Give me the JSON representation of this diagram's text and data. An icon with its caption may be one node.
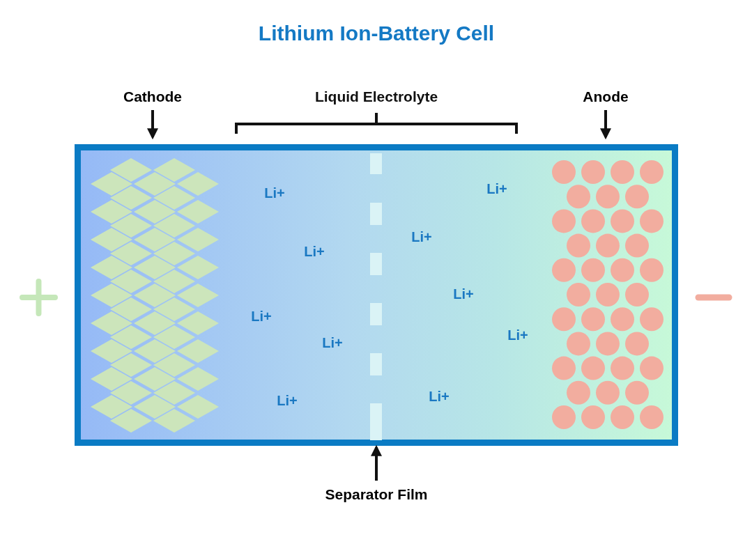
{
  "diagram": {
    "title": "Lithium Ion-Battery Cell",
    "nodes": [
      {
        "text": [
          "Cathode"
        ]
      },
      {
        "text": [
          "Anode"
        ]
      },
      {
        "text": [
          "Separator Film"
        ]
      },
      {
        "text": [],
        "shape": "diamond"
      },
      {
        "text": [],
        "shape": "circle"
      },
      {
        "text": [],
        "shape": "bar"
      }
    ],
    "edges": [
      {
        "from": 0,
        "to": 3,
        "arrow": "to"
      },
      {
        "from": 1,
        "to": 4,
        "arrow": "to"
      },
      {
        "from": 2,
        "to": 5,
        "arrow": "to"
      }
    ],
    "labels": [
      "Liquid Electrolyte",
      "Li+",
      "Li+",
      "Li+",
      "Li+",
      "Li+",
      "Li+",
      "Li+",
      "Li+",
      "Li+",
      "Li+"
    ]
  }
}
